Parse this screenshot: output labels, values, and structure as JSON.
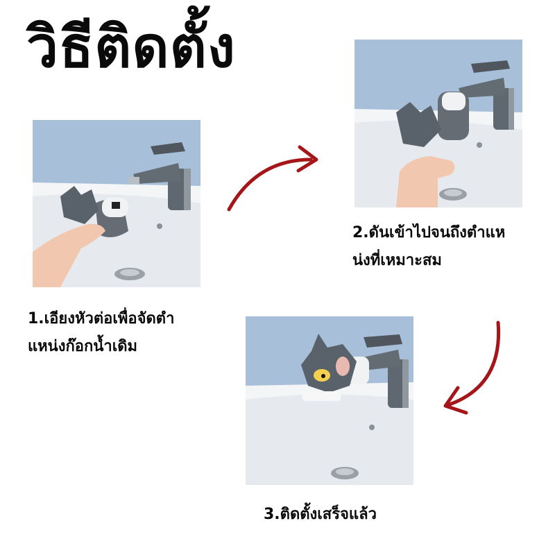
{
  "title": "วิธีติดตั้ง",
  "steps": [
    {
      "line1": "1.เอียงหัวต่อเพื่อจัดตำ",
      "line2": "แหน่งก๊อกน้ำเดิม",
      "image_icon": "sink-faucet-hand-photo"
    },
    {
      "line1": "2.ดันเข้าไปจนถึงตำแห",
      "line2": "น่งที่เหมาะสม",
      "image_icon": "sink-faucet-push-photo"
    },
    {
      "line1": "3.ติดตั้งเสร็จแล้ว",
      "image_icon": "sink-faucet-installed-photo"
    }
  ],
  "colors": {
    "arrow": "#a4161a",
    "background": "#ffffff",
    "photo_bg": "#a7bfd8",
    "text": "#0a0a0a"
  }
}
